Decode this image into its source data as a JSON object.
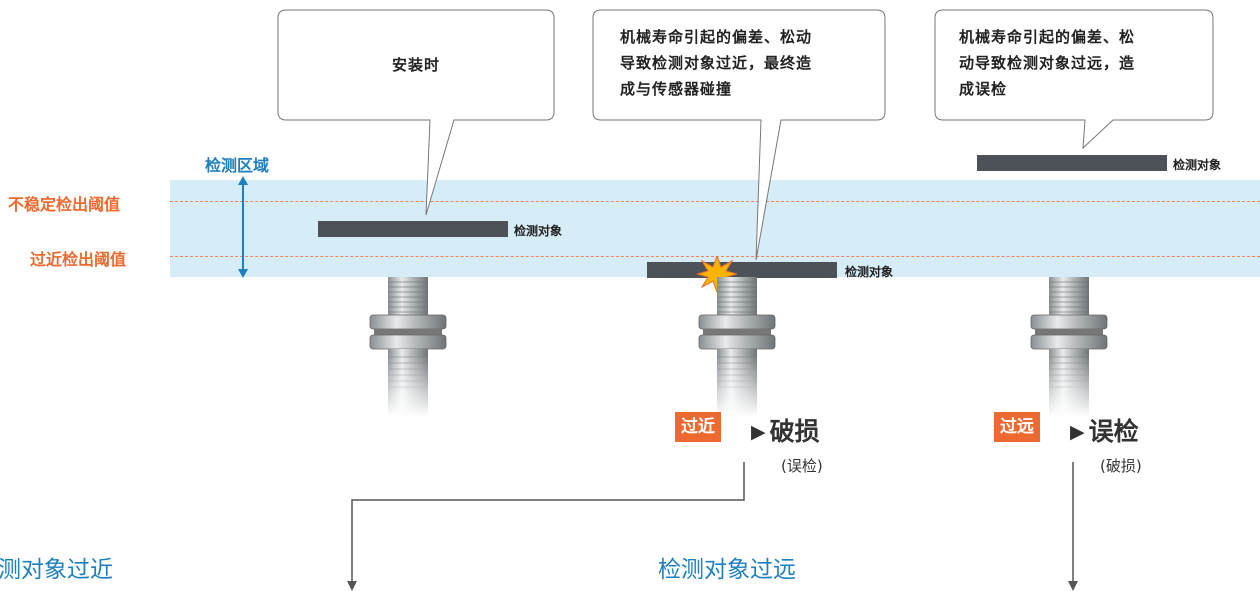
{
  "zone": {
    "label": "检测区域",
    "unstable_threshold": "不稳定检出阈值",
    "near_threshold": "过近检出阈值"
  },
  "callouts": [
    {
      "text": [
        "安装时"
      ]
    },
    {
      "text": [
        "机械寿命引起的偏差、松动",
        "导致检测对象过近，最终造",
        "成与传感器碰撞"
      ]
    },
    {
      "text": [
        "机械寿命引起的偏差、松",
        "动导致检测对象过远，造",
        "成误检"
      ]
    }
  ],
  "targets": [
    {
      "label": "检测对象"
    },
    {
      "label": "检测对象"
    },
    {
      "label": "检测对象"
    }
  ],
  "results": [
    {
      "tag": "过近",
      "arrow": "▶",
      "outcome": "破损",
      "secondary": "(误检)"
    },
    {
      "tag": "过远",
      "arrow": "▶",
      "outcome": "误检",
      "secondary": "(破损)"
    }
  ],
  "sections": {
    "near": "测对象过近",
    "far": "检测对象过远"
  },
  "colors": {
    "zone": "#d6ecf7",
    "threshold": "#ec6a2f",
    "accent_blue": "#1d7fc0",
    "target": "#4c5257"
  }
}
